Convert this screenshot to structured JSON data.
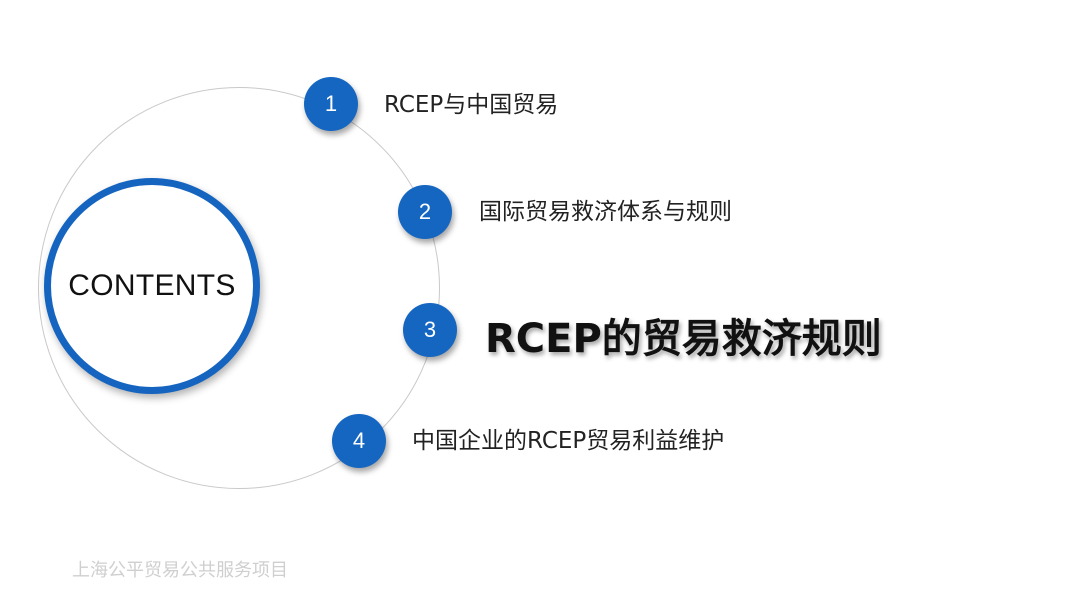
{
  "center_title": "CONTENTS",
  "items": [
    {
      "number": "1",
      "label": "RCEP与中国贸易",
      "active": false
    },
    {
      "number": "2",
      "label": "国际贸易救济体系与规则",
      "active": false
    },
    {
      "number": "3",
      "label": "RCEP的贸易救济规则",
      "active": true
    },
    {
      "number": "4",
      "label": "中国企业的RCEP贸易利益维护",
      "active": false
    }
  ],
  "footer": "上海公平贸易公共服务项目",
  "colors": {
    "accent": "#1565c0",
    "ring": "#c9c9c9",
    "text": "#222222",
    "footer": "#cfcfcf"
  }
}
